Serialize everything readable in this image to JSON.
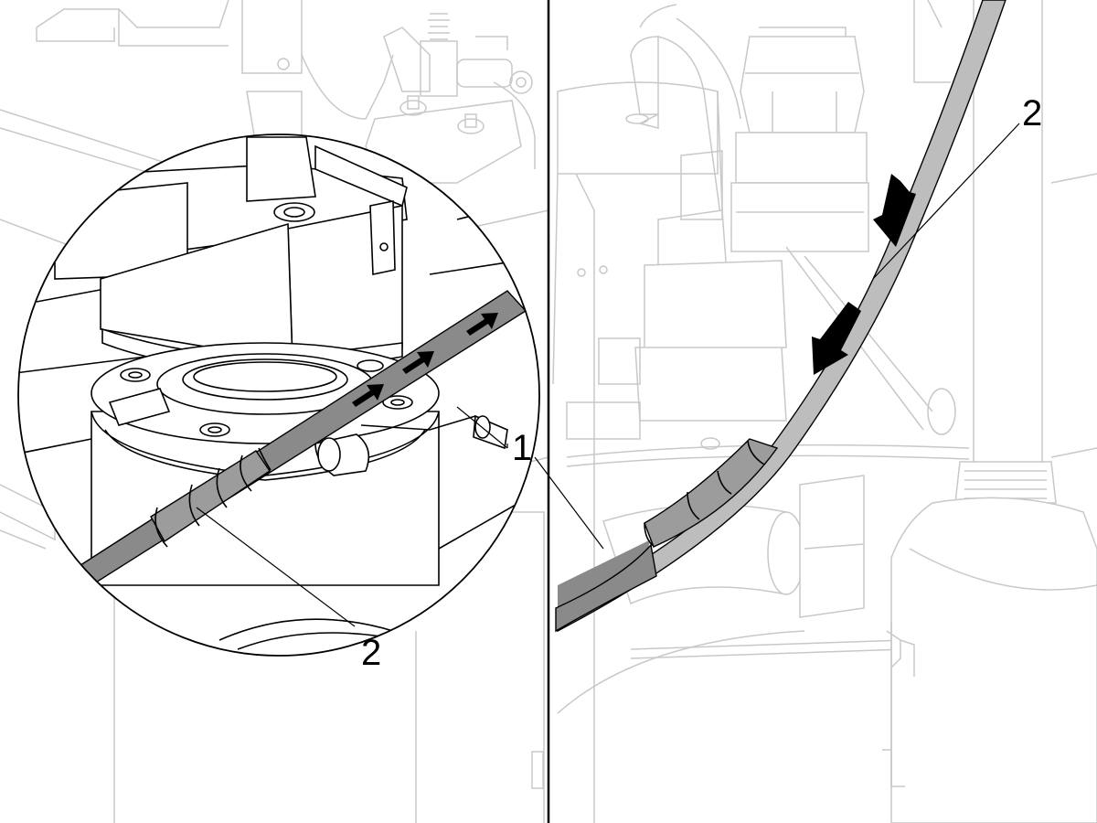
{
  "figure": {
    "left_panel": {
      "callouts": [
        {
          "id": "1",
          "label": "1"
        },
        {
          "id": "2",
          "label": "2"
        }
      ],
      "arrow_direction": "up-right"
    },
    "right_panel": {
      "callouts": [
        {
          "id": "2",
          "label": "2"
        }
      ],
      "arrow_direction": "down-left"
    },
    "colors": {
      "outline": "#000000",
      "ghost_line": "#c8c8c8",
      "cable": "#8a8a8a",
      "cable_light": "#bdbdbd",
      "wrap": "#9c9c9c",
      "arrow": "#000000"
    }
  }
}
